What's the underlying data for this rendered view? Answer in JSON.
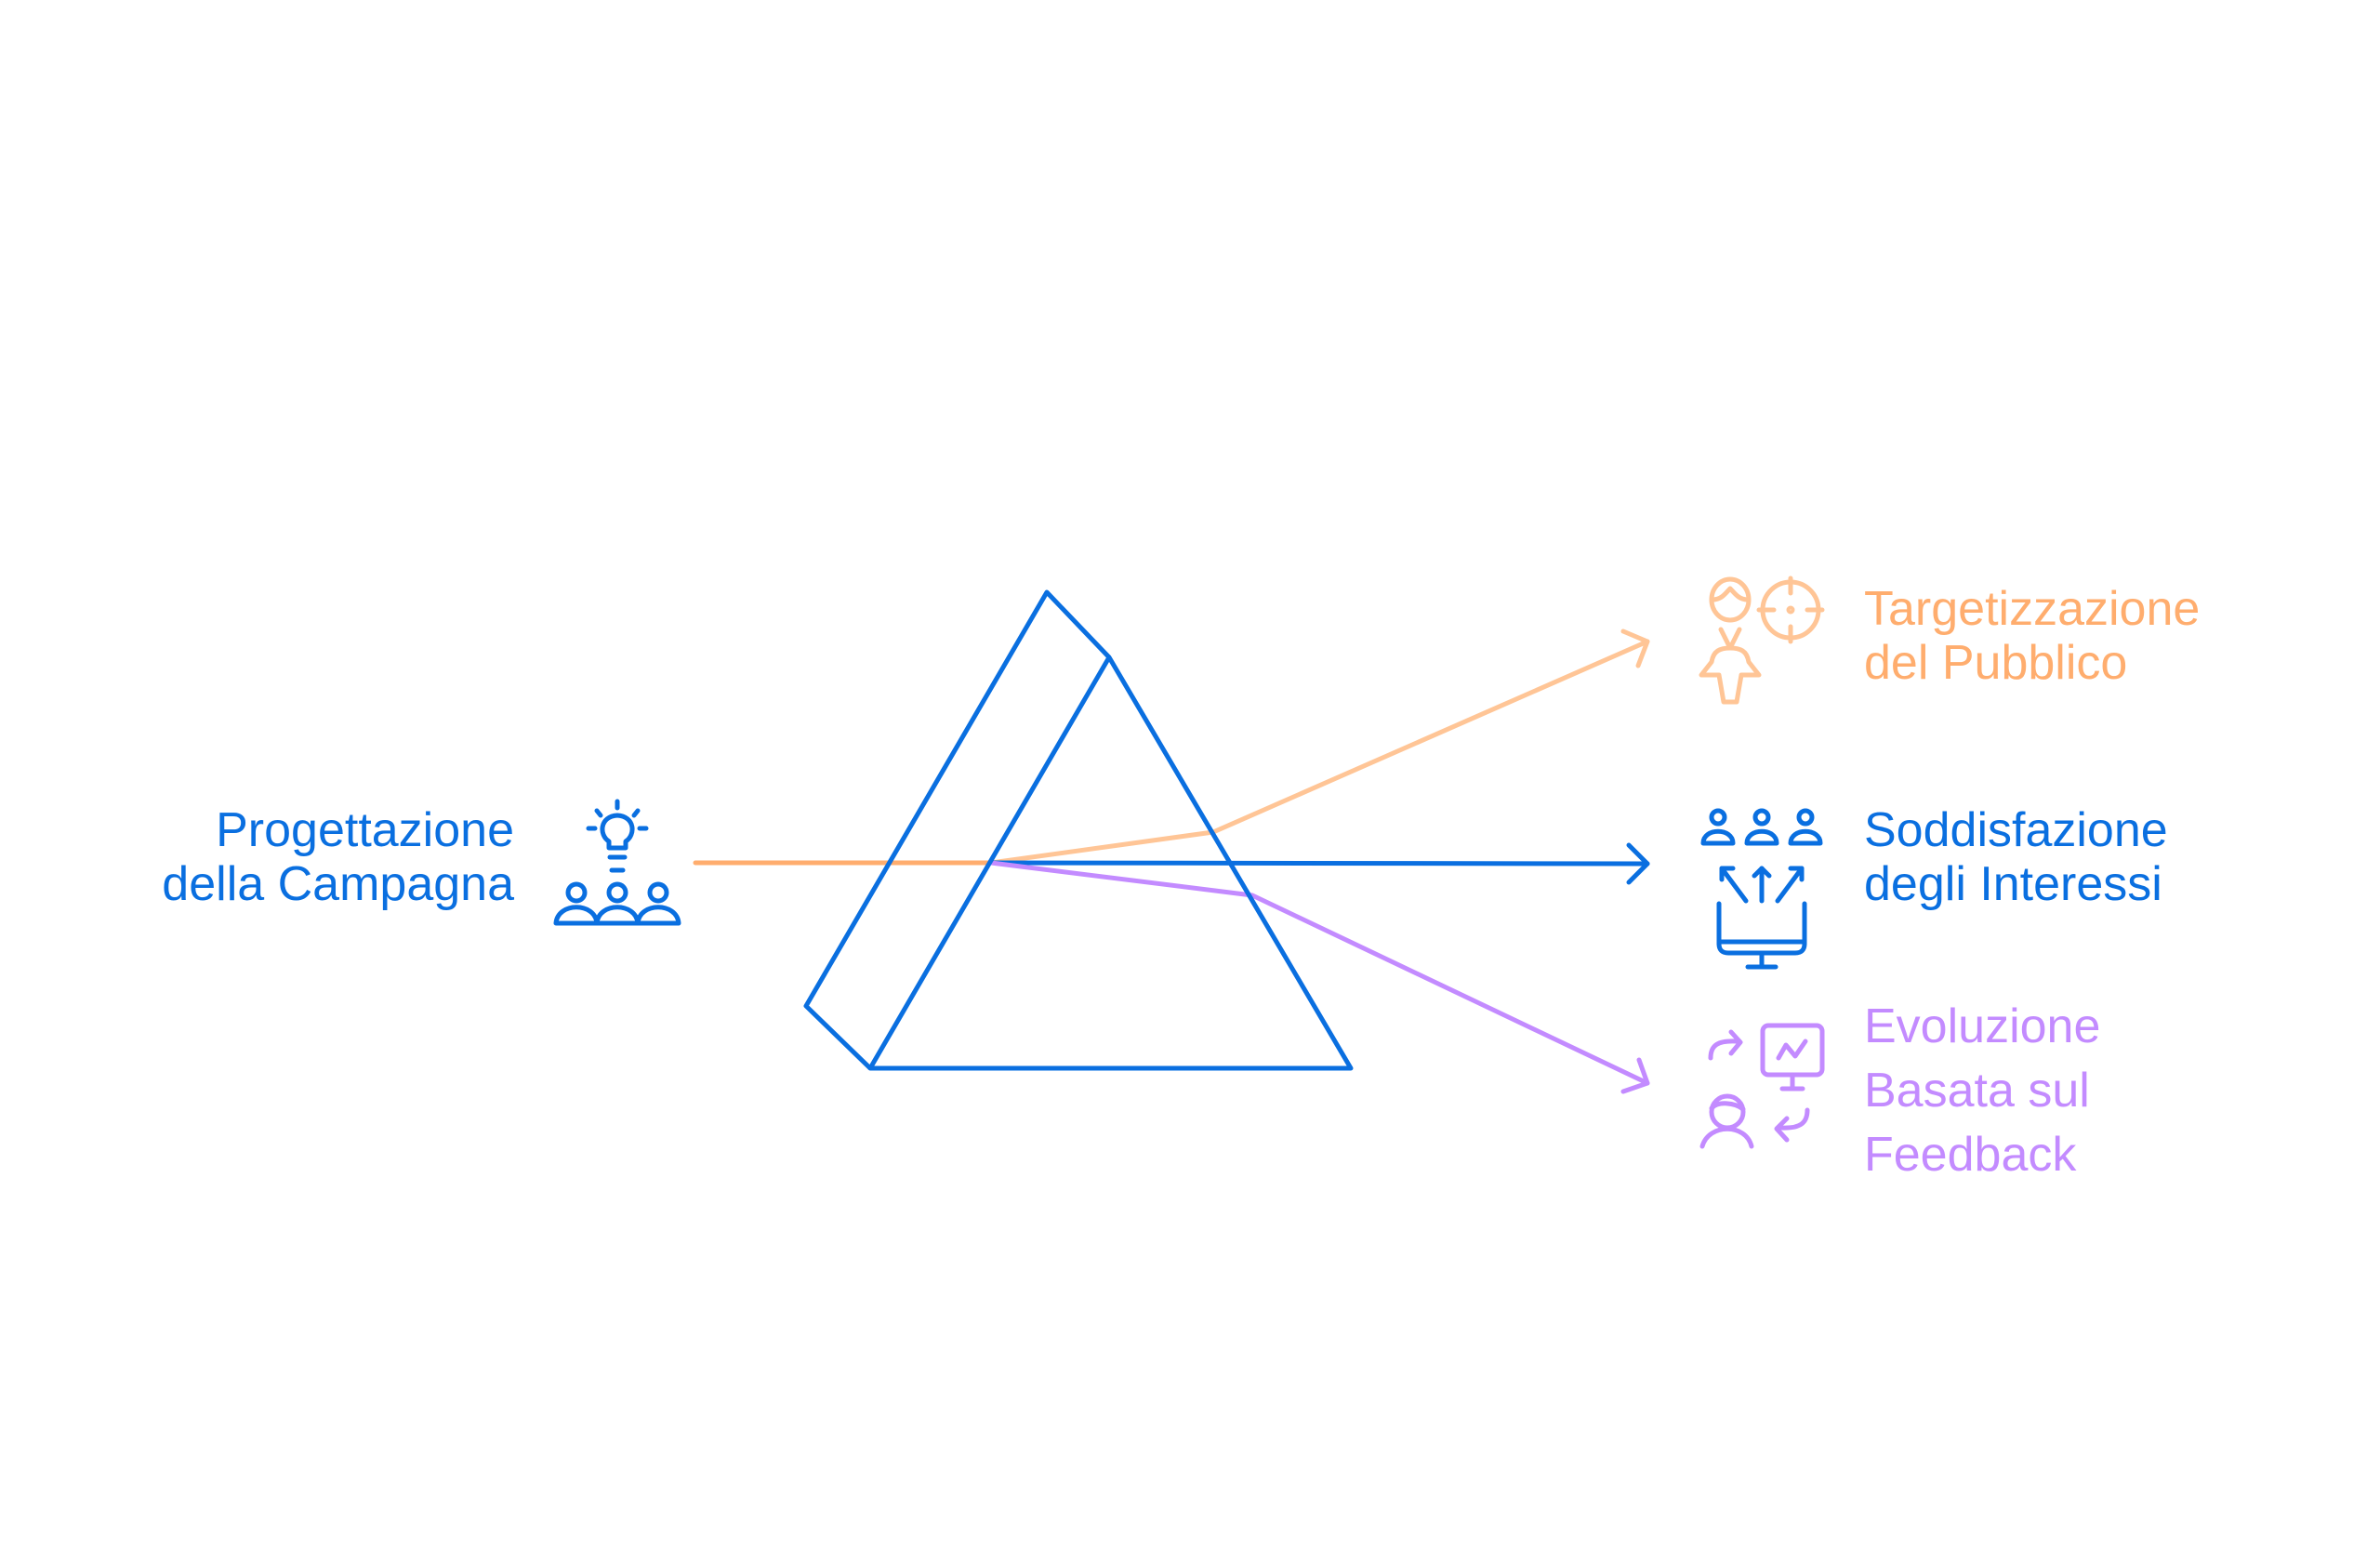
{
  "source": {
    "label_lines": [
      "Progettazione",
      "della Campagna"
    ],
    "icon": "lightbulb-team-icon",
    "color": "#0A6FE0"
  },
  "prism": {
    "color": "#0A6FE0"
  },
  "beam": {
    "color": "#FFAD6E"
  },
  "outputs": [
    {
      "label_lines": [
        "Targetizzazione",
        "del Pubblico"
      ],
      "icon": "person-target-icon",
      "color": "#FFAD6E",
      "ray_color": "#FFC596"
    },
    {
      "label_lines": [
        "Soddisfazione",
        "degli Interessi"
      ],
      "icon": "users-monitor-icon",
      "color": "#0A6FE0",
      "ray_color": "#0A6FE0"
    },
    {
      "label_lines": [
        "Evoluzione",
        "Basata sul",
        "Feedback"
      ],
      "icon": "feedback-cycle-icon",
      "color": "#C38BFF",
      "ray_color": "#C38BFF"
    }
  ]
}
